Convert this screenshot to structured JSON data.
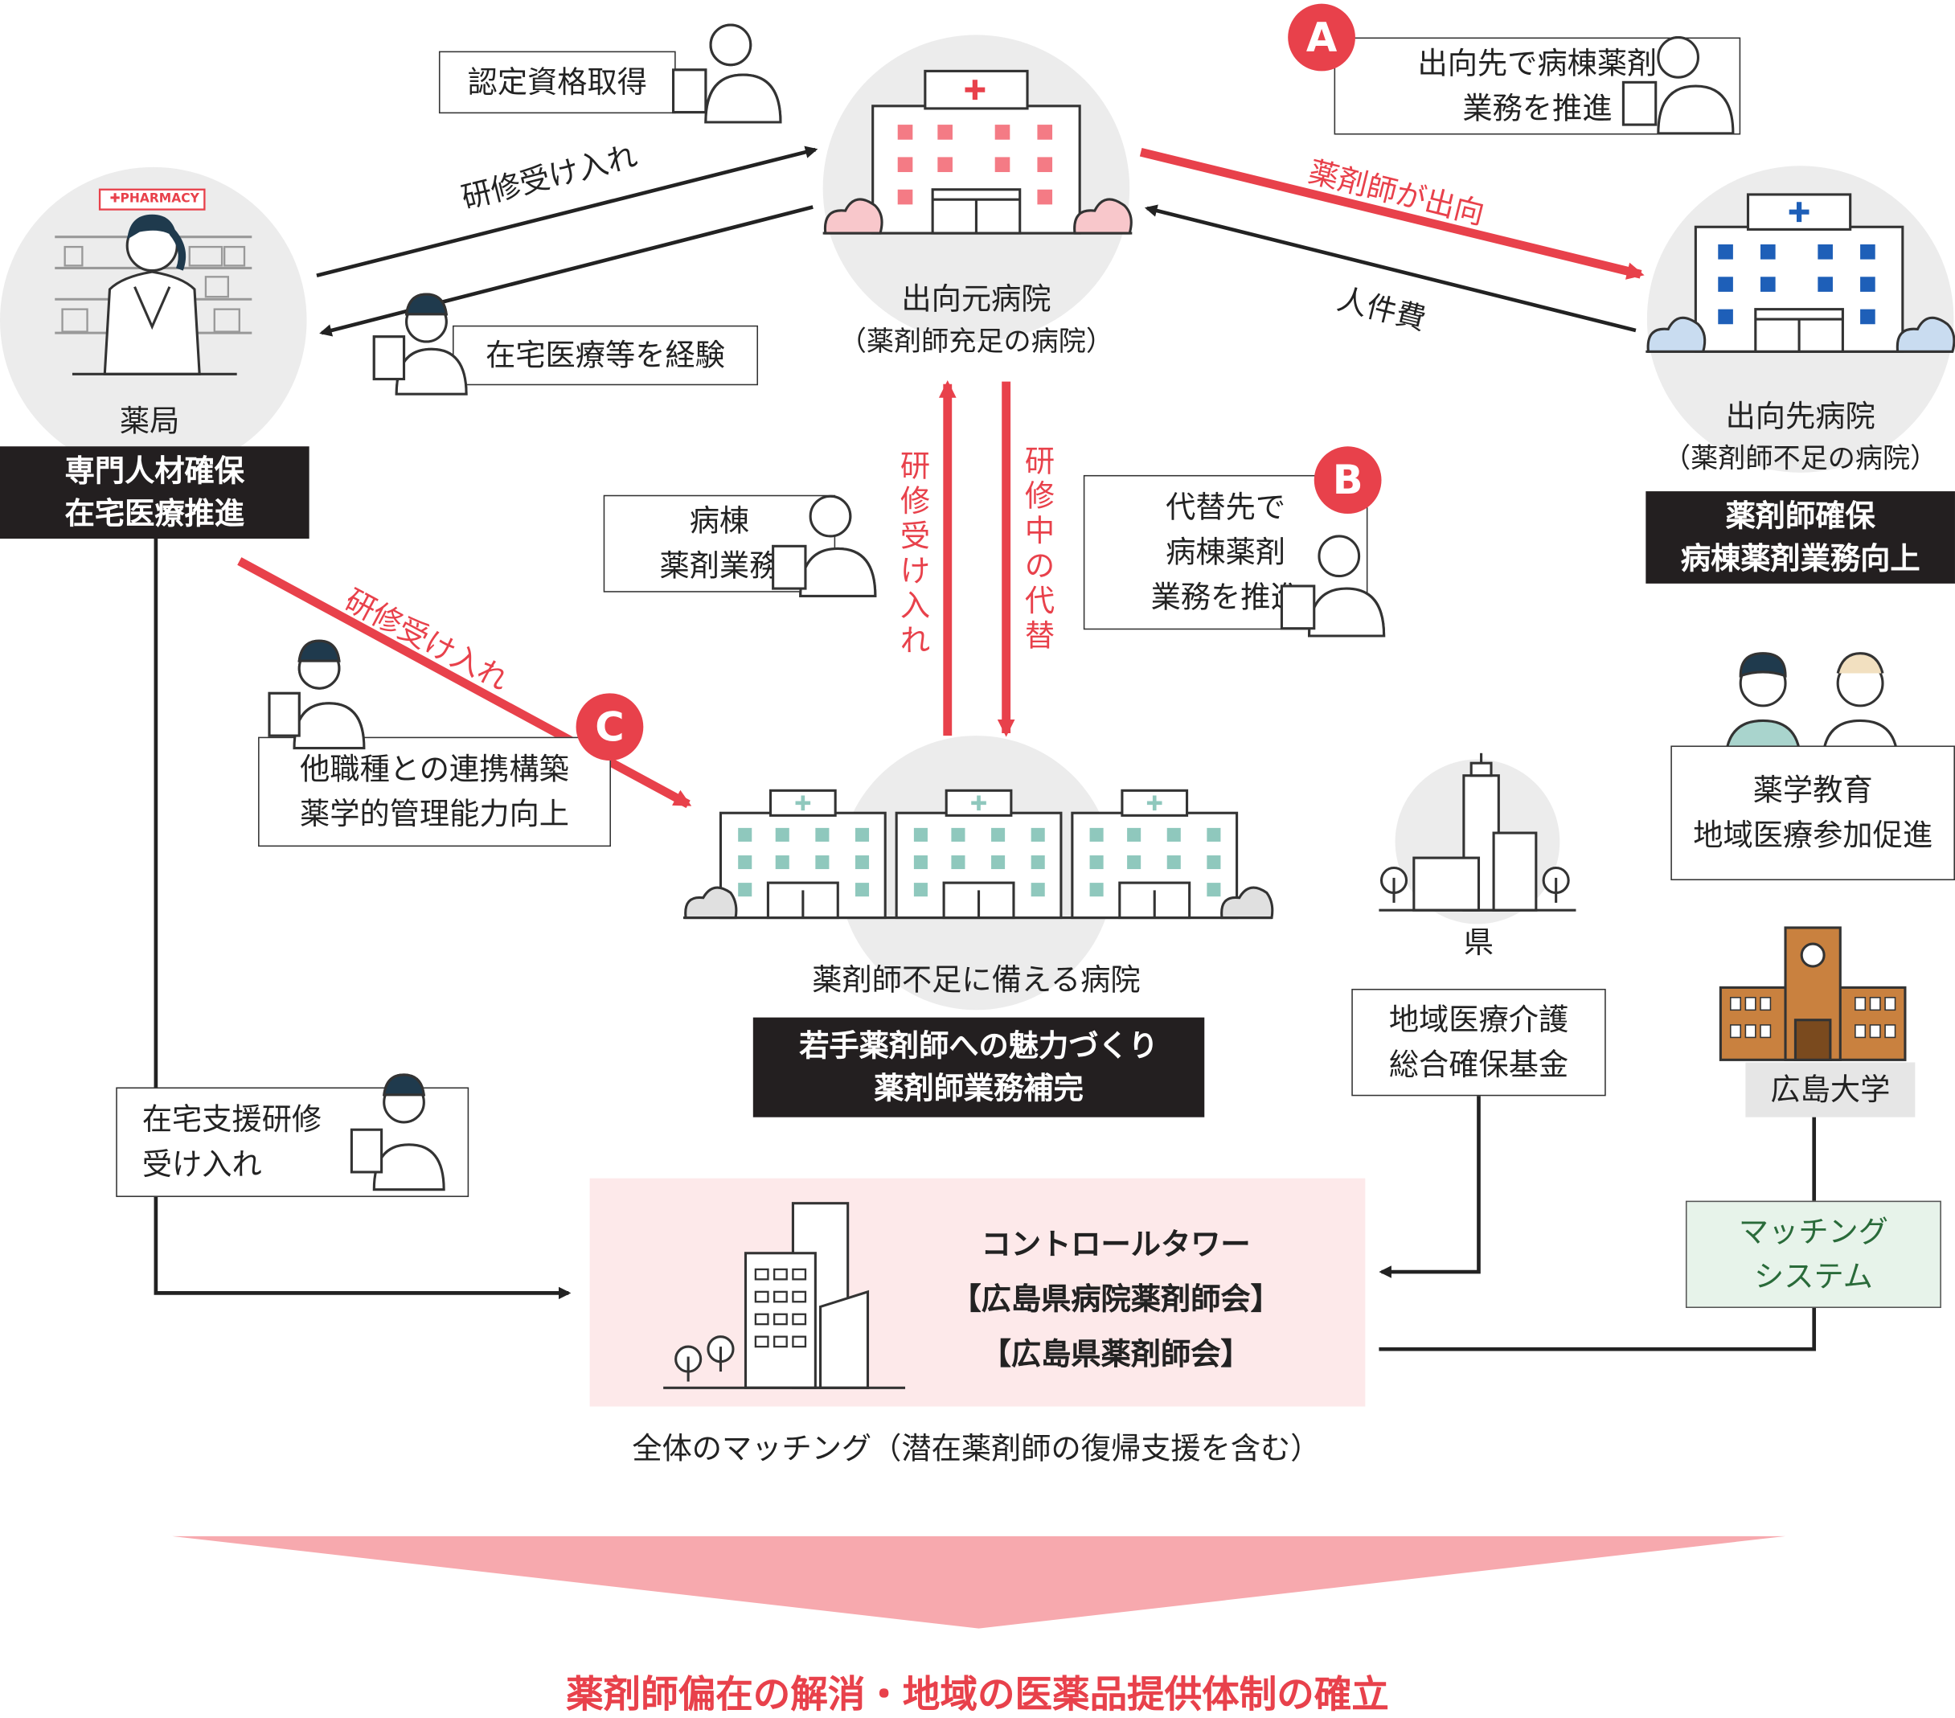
{
  "colors": {
    "accent_red": "#e8414b",
    "dark_label_bg": "#231f20",
    "circle_gray": "#ececec",
    "hospital_pink": "#f47b85",
    "hospital_blue": "#1e5fb8",
    "hospital_teal": "#8fc8bd",
    "controltower_bg": "#fde9ea",
    "matching_green": "#e7f3ea",
    "university_brown": "#c9813f"
  },
  "nodes": {
    "pharmacy": {
      "sign": "✚PHARMACY",
      "name": "薬局",
      "tag_lines": [
        "専門人材確保",
        "在宅医療推進"
      ]
    },
    "source_hospital": {
      "name": "出向元病院",
      "sub": "（薬剤師充足の病院）"
    },
    "dest_hospital": {
      "name": "出向先病院",
      "sub": "（薬剤師不足の病院）",
      "tag_lines": [
        "薬剤師確保",
        "病棟薬剤業務向上"
      ]
    },
    "shortage_hospitals": {
      "name": "薬剤師不足に備える病院",
      "tag_lines": [
        "若手薬剤師への魅力づくり",
        "薬剤師業務補完"
      ]
    },
    "prefecture": {
      "name": "県",
      "fund_lines": [
        "地域医療介護",
        "総合確保基金"
      ]
    },
    "university": {
      "name": "広島大学",
      "edu_lines": [
        "薬学教育",
        "地域医療参加促進"
      ]
    },
    "control_tower": {
      "lines": [
        "コントロールタワー",
        "【広島県病院薬剤師会】",
        "【広島県薬剤師会】"
      ],
      "caption": "全体のマッチング（潜在薬剤師の復帰支援を含む）"
    },
    "matching_system": {
      "lines": [
        "マッチング",
        "システム"
      ]
    }
  },
  "callouts": {
    "certification": "認定資格取得",
    "home_care_exp": "在宅医療等を経験",
    "a_lines": [
      "出向先で病棟薬剤",
      "業務を推進"
    ],
    "b_lines": [
      "代替先で",
      "病棟薬剤",
      "業務を推進"
    ],
    "ward_lines": [
      "病棟",
      "薬剤業務"
    ],
    "c_lines": [
      "他職種との連携構築",
      "薬学的管理能力向上"
    ],
    "home_support_lines": [
      "在宅支援研修",
      "受け入れ"
    ]
  },
  "badges": {
    "a": "A",
    "b": "B",
    "c": "C"
  },
  "arrows": {
    "training_accept": "研修受け入れ",
    "dispatch": "薬剤師が出向",
    "personnel_cost": "人件費",
    "training_accept_vertical": "研修受け入れ",
    "training_substitute_vertical": "研修中の代替",
    "training_accept_c": "研修受け入れ"
  },
  "icons": [
    "pharmacist-icon",
    "hospital-icon",
    "building-icon",
    "university-icon",
    "doctor-nurse-icon"
  ],
  "conclusion": "薬剤師偏在の解消・地域の医薬品提供体制の確立"
}
